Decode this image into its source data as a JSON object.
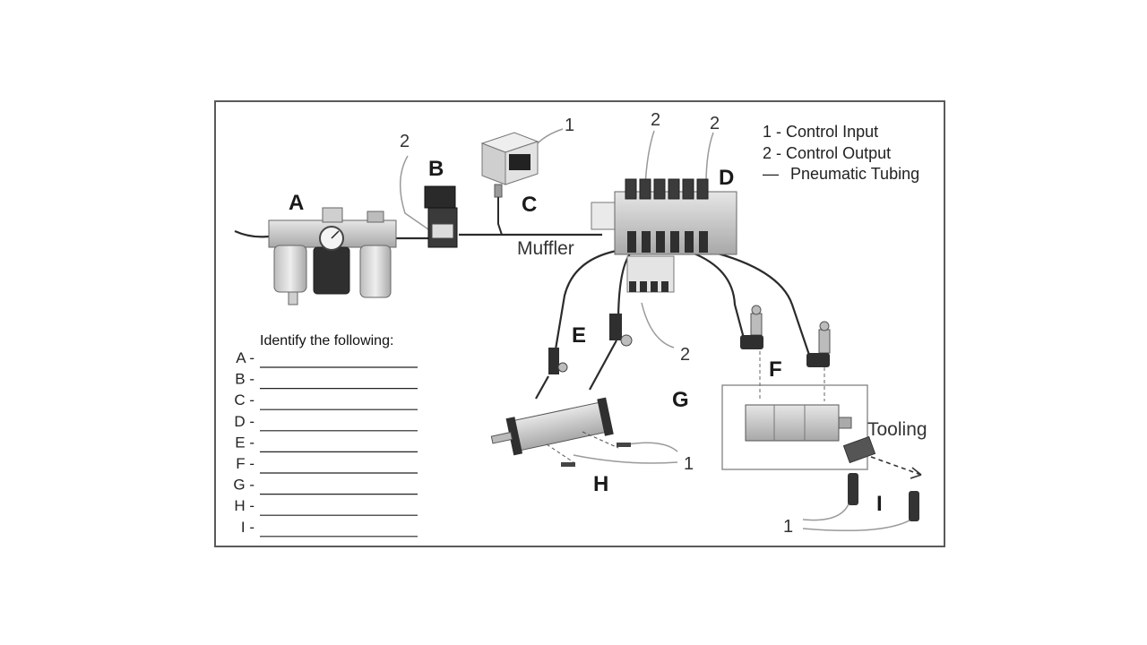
{
  "legend": {
    "items": [
      {
        "key": "1",
        "sep": "-",
        "text": "Control Input"
      },
      {
        "key": "2",
        "sep": "-",
        "text": "Control Output"
      },
      {
        "key": "—",
        "sep": "",
        "text": "Pneumatic Tubing"
      }
    ]
  },
  "components": {
    "A": "A",
    "B": "B",
    "C": "C",
    "D": "D",
    "E": "E",
    "F": "F",
    "G": "G",
    "H": "H",
    "I": "I"
  },
  "labels": {
    "muffler": "Muffler",
    "tooling": "Tooling",
    "num1": "1",
    "num2": "2"
  },
  "quiz": {
    "title": "Identify the following:",
    "items": [
      {
        "letter": "A -"
      },
      {
        "letter": "B -"
      },
      {
        "letter": "C -"
      },
      {
        "letter": "D -"
      },
      {
        "letter": "E -"
      },
      {
        "letter": "F -"
      },
      {
        "letter": "G -"
      },
      {
        "letter": "H -"
      },
      {
        "letter": "I -"
      }
    ]
  },
  "colors": {
    "tube": "#2b2b2b",
    "wire": "#9a9a9a",
    "frame": "#5a5a5a",
    "component": "#d6d6d6",
    "dark": "#333333"
  }
}
